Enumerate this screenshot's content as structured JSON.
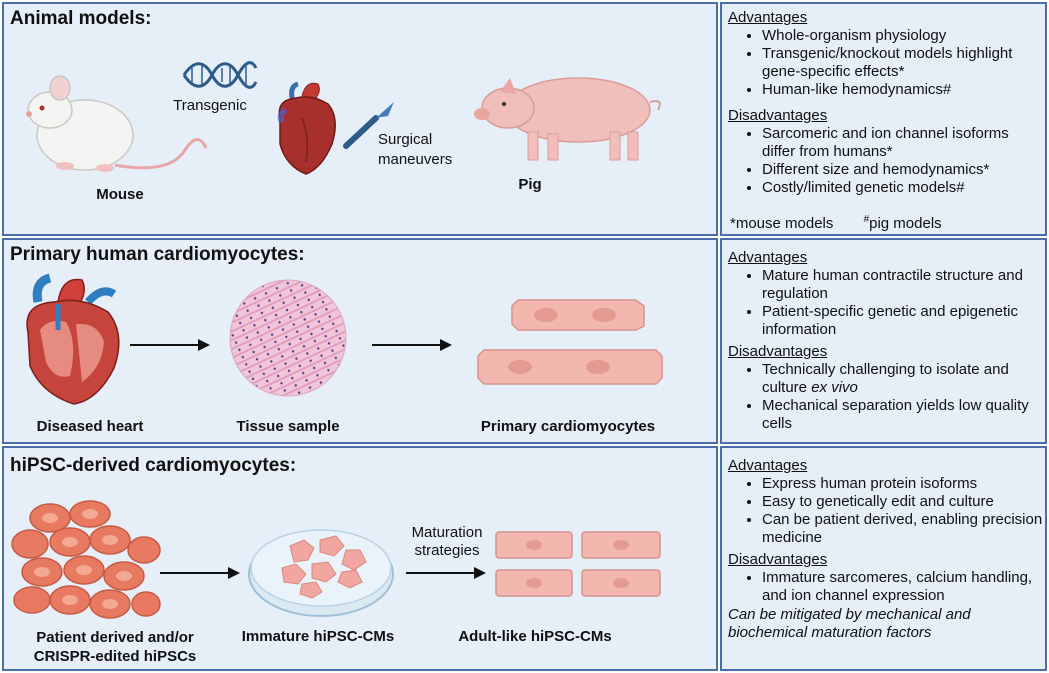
{
  "rows": [
    {
      "title": "Animal models:",
      "labels": {
        "mouse": "Mouse",
        "transgenic": "Transgenic",
        "surgical": "Surgical\nmaneuvers",
        "pig": "Pig"
      },
      "advantages_head": "Advantages",
      "advantages": [
        "Whole-organism physiology",
        "Transgenic/knockout models highlight gene-specific effects*",
        "Human-like hemodynamics#"
      ],
      "disadvantages_head": "Disadvantages",
      "disadvantages": [
        "Sarcomeric and ion channel isoforms differ from humans*",
        "Different size and hemodynamics*",
        "Costly/limited genetic models#"
      ],
      "footnote_mouse": "*mouse models",
      "footnote_pig_mark": "#",
      "footnote_pig": "pig models"
    },
    {
      "title": "Primary human cardiomyocytes:",
      "labels": {
        "heart": "Diseased heart",
        "tissue": "Tissue sample",
        "primary": "Primary cardiomyocytes"
      },
      "advantages_head": "Advantages",
      "advantages": [
        "Mature human contractile structure and regulation",
        "Patient-specific genetic and epigenetic information"
      ],
      "disadvantages_head": "Disadvantages",
      "disadvantages_1": "Technically challenging to isolate and culture ",
      "disadvantages_1_ital": "ex vivo",
      "disadvantages_2": "Mechanical separation yields low quality cells"
    },
    {
      "title": "hiPSC-derived cardiomyocytes:",
      "labels": {
        "patient": "Patient derived and/or\nCRISPR-edited hiPSCs",
        "immature": "Immature hiPSC-CMs",
        "maturation": "Maturation\nstrategies",
        "adult": "Adult-like hiPSC-CMs"
      },
      "advantages_head": "Advantages",
      "advantages": [
        "Express human protein isoforms",
        "Easy to genetically edit and culture",
        "Can be patient derived, enabling precision medicine"
      ],
      "disadvantages_head": "Disadvantages",
      "disadvantages": [
        "Immature sarcomeres, calcium handling, and ion channel expression"
      ],
      "note": "Can be mitigated by mechanical and biochemical maturation factors"
    }
  ],
  "colors": {
    "panel_bg": "#e6eef8",
    "border": "#4a6fa8",
    "cell_pink": "#f2b8b0",
    "heart_red": "#b0302e",
    "vessel_blue": "#2f7fc0",
    "ipsc_orange": "#e87a62"
  }
}
